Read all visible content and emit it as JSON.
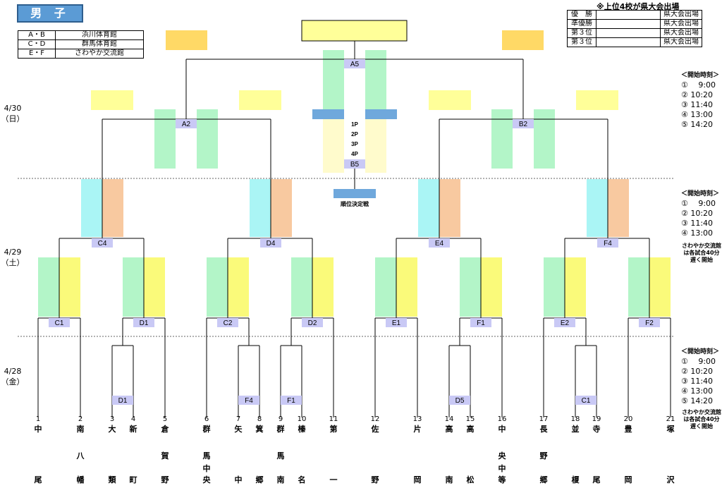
{
  "header": {
    "title": "男 子",
    "note": "※上位4校が県大会出場"
  },
  "venues": [
    {
      "code": "A・B",
      "name": "浜川体育館"
    },
    {
      "code": "C・D",
      "name": "群馬体育館"
    },
    {
      "code": "E・F",
      "name": "さわやか交流館"
    }
  ],
  "results": [
    {
      "rank": "優　勝",
      "note": "県大会出場"
    },
    {
      "rank": "準優勝",
      "note": "県大会出場"
    },
    {
      "rank": "第３位",
      "note": "県大会出場"
    },
    {
      "rank": "第３位",
      "note": "県大会出場"
    }
  ],
  "dates": {
    "d430": [
      "4/30",
      "（日）"
    ],
    "d429": [
      "4/29",
      "（土）"
    ],
    "d428": [
      "4/28",
      "（金）"
    ]
  },
  "start_times": {
    "label": "＜開始時刻＞",
    "day430": [
      "①　 9:00",
      "② 10:20",
      "③ 11:40",
      "④ 13:00",
      "⑤ 14:20"
    ],
    "day429": [
      "①　 9:00",
      "② 10:20",
      "③ 11:40",
      "④ 13:00"
    ],
    "day428": [
      "①　 9:00",
      "② 10:20",
      "③ 11:40",
      "④ 13:00",
      "⑤ 14:20"
    ],
    "sawayaka_note": [
      "さわやか交流館",
      "は各試合40分",
      "遅く開始"
    ]
  },
  "matches": {
    "A5": "A5",
    "A2": "A2",
    "B2": "B2",
    "B5": "B5",
    "C4": "C4",
    "D4": "D4",
    "E4": "E4",
    "F4": "F4",
    "C1": "C1",
    "D1": "D1",
    "C2": "C2",
    "D2": "D2",
    "E1": "E1",
    "F1": "F1",
    "E2": "E2",
    "F2": "F2",
    "r1a": "D1",
    "r1b": "F4",
    "r1c": "F1",
    "r1d": "D5",
    "r1e": "C1"
  },
  "placement": {
    "periods": [
      "1P",
      "2P",
      "3P",
      "4P"
    ],
    "label": "順位決定戦"
  },
  "teams": [
    {
      "num": "1",
      "name": [
        "中",
        "",
        "",
        "",
        "尾"
      ]
    },
    {
      "num": "2",
      "name": [
        "南",
        "八",
        "",
        "",
        "幡"
      ]
    },
    {
      "num": "3",
      "name": [
        "大",
        "",
        "",
        "",
        "類"
      ]
    },
    {
      "num": "4",
      "name": [
        "新",
        "",
        "",
        "",
        "町"
      ]
    },
    {
      "num": "5",
      "name": [
        "倉",
        "賀",
        "",
        "",
        "野"
      ]
    },
    {
      "num": "6",
      "name": [
        "群",
        "馬",
        "中",
        "",
        "央"
      ]
    },
    {
      "num": "7",
      "name": [
        "矢",
        "",
        "",
        "",
        "中"
      ]
    },
    {
      "num": "8",
      "name": [
        "箕",
        "",
        "",
        "",
        "郷"
      ]
    },
    {
      "num": "9",
      "name": [
        "群",
        "馬",
        "",
        "",
        "南"
      ]
    },
    {
      "num": "10",
      "name": [
        "榛",
        "",
        "",
        "",
        "名"
      ]
    },
    {
      "num": "11",
      "name": [
        "第",
        "",
        "",
        "",
        "一"
      ]
    },
    {
      "num": "12",
      "name": [
        "佐",
        "",
        "",
        "",
        "野"
      ]
    },
    {
      "num": "13",
      "name": [
        "片",
        "",
        "",
        "",
        "岡"
      ]
    },
    {
      "num": "14",
      "name": [
        "高",
        "",
        "",
        "",
        "南"
      ]
    },
    {
      "num": "15",
      "name": [
        "高",
        "",
        "",
        "",
        "松"
      ]
    },
    {
      "num": "16",
      "name": [
        "中",
        "央",
        "中",
        "",
        "等"
      ]
    },
    {
      "num": "17",
      "name": [
        "長",
        "野",
        "",
        "",
        "郷"
      ]
    },
    {
      "num": "18",
      "name": [
        "並",
        "",
        "",
        "",
        "榎"
      ]
    },
    {
      "num": "19",
      "name": [
        "寺",
        "",
        "",
        "",
        "尾"
      ]
    },
    {
      "num": "20",
      "name": [
        "豊",
        "",
        "",
        "",
        "岡"
      ]
    },
    {
      "num": "21",
      "name": [
        "塚",
        "",
        "",
        "",
        "沢"
      ]
    }
  ],
  "colors": {
    "blue": "#5b9bd5",
    "yellow": "#ffff99",
    "gold": "#ffd966",
    "orange": "#f4b183",
    "green": "#b3f5c8",
    "cyan": "#aaf5f5",
    "label": "#c9c9f5",
    "barblue": "#6fa8dc",
    "ivory": "#fffbcc"
  }
}
